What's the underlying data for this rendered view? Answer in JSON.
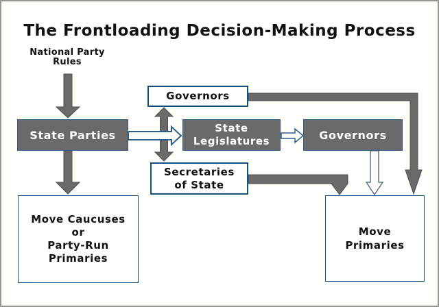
{
  "title": "The Frontloading Decision-Making Process",
  "colors": {
    "background": "#fffffb",
    "frame_border": "#979792",
    "box_gray_fill": "#6a6a6a",
    "box_blue_border": "#14517f",
    "arrow_gray": "#6a6a6a",
    "arrow_white_fill": "#fefefc",
    "text_dark": "#111111",
    "text_on_gray": "#ffffff"
  },
  "nodes": {
    "national_party_rules": {
      "lines": [
        "National Party",
        "Rules"
      ]
    },
    "state_parties": {
      "label": "State Parties"
    },
    "governors_top": {
      "label": "Governors"
    },
    "state_legislatures": {
      "lines": [
        "State",
        "Legislatures"
      ]
    },
    "governors_right": {
      "label": "Governors"
    },
    "secretaries_of_state": {
      "lines": [
        "Secretaries",
        "of State"
      ]
    },
    "move_caucuses": {
      "lines": [
        "Move Caucuses",
        "or",
        "Party-Run",
        "Primaries"
      ]
    },
    "move_primaries": {
      "lines": [
        "Move",
        "Primaries"
      ]
    }
  },
  "arrows": [
    {
      "name": "national-rules-to-state-parties",
      "style": "solid-gray",
      "direction": "down"
    },
    {
      "name": "state-parties-to-move-caucuses",
      "style": "solid-gray",
      "direction": "down"
    },
    {
      "name": "state-parties-governors-secretaries-double",
      "style": "solid-gray",
      "direction": "up-down"
    },
    {
      "name": "governors-top-loop-to-move-primaries",
      "style": "solid-gray",
      "direction": "right-then-down"
    },
    {
      "name": "secretaries-to-move-primaries",
      "style": "solid-gray",
      "direction": "right-then-down"
    },
    {
      "name": "state-parties-to-state-legislatures",
      "style": "hollow-white",
      "direction": "right"
    },
    {
      "name": "state-legislatures-to-governors",
      "style": "hollow-white",
      "direction": "right"
    },
    {
      "name": "governors-right-to-move-primaries",
      "style": "hollow-white",
      "direction": "down"
    }
  ]
}
